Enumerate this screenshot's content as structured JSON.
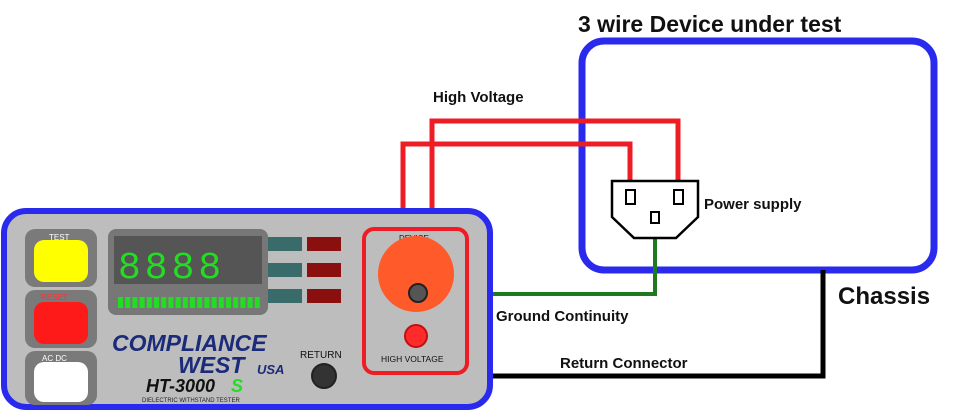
{
  "title": "3 wire Device under test",
  "labels": {
    "high_voltage": "High Voltage",
    "power_supply": "Power supply",
    "chassis": "Chassis",
    "ground_continuity": "Ground Continuity",
    "return_connector": "Return Connector"
  },
  "tester": {
    "display_digits": "8888",
    "buttons": {
      "test": "TEST",
      "reset": "RESET",
      "acdc": "AC DC"
    },
    "brand_line1": "COMPLIANCE",
    "brand_line2": "WEST",
    "brand_usa": "USA",
    "model": "HT-3000",
    "model_suffix": "S",
    "subtitle": "DIELECTRIC WITHSTAND TESTER",
    "device_label": "DEVICE",
    "high_voltage_label": "HIGH VOLTAGE",
    "return_label": "RETURN"
  },
  "colors": {
    "frame_blue": "#2a2aee",
    "panel_gray": "#bdbdbd",
    "wire_red": "#ee1c24",
    "wire_green": "#1f7a1f",
    "wire_black": "#000000",
    "display_green": "#22dd22",
    "brand_navy": "#1c2a7a",
    "test_yellow": "#ffff00",
    "reset_red": "#ff1a1a",
    "orange": "#ff5a2a"
  },
  "indicator_segments": 20
}
